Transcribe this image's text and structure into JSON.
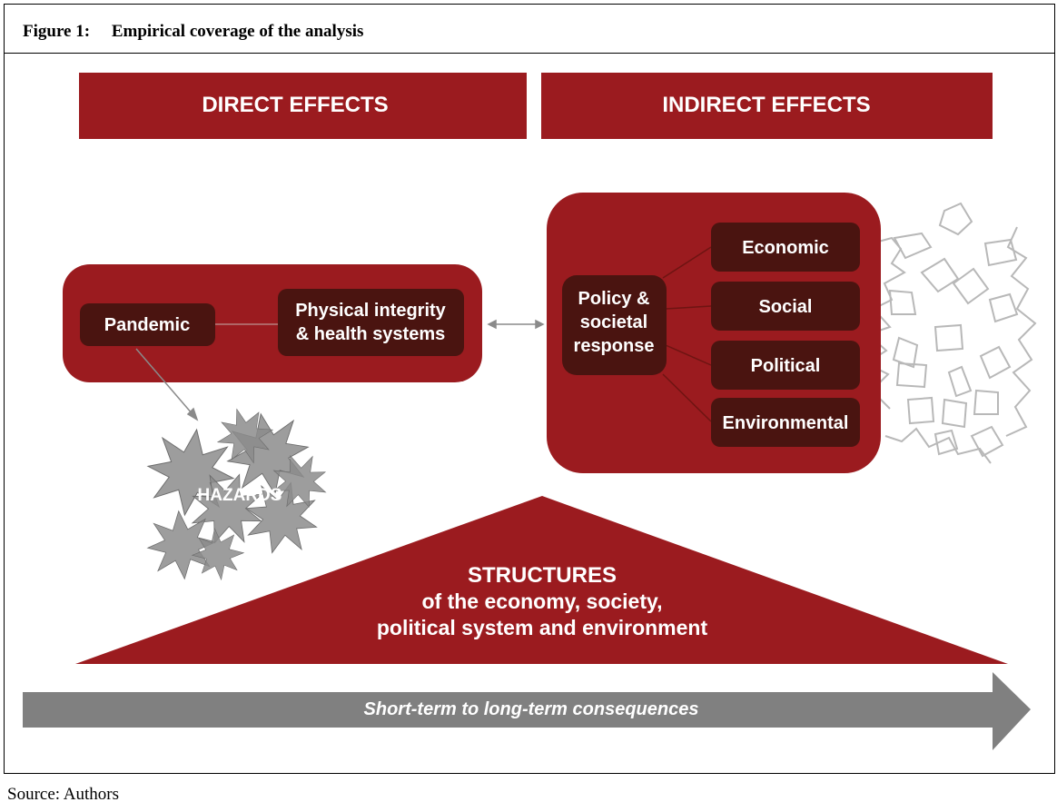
{
  "figure": {
    "number": "Figure 1:",
    "title": "Empirical coverage of the analysis",
    "source": "Source: Authors"
  },
  "headers": {
    "direct": "DIRECT EFFECTS",
    "indirect": "INDIRECT EFFECTS"
  },
  "direct_box": {
    "pandemic": "Pandemic",
    "physical_line1": "Physical integrity",
    "physical_line2": "& health systems"
  },
  "indirect_box": {
    "policy_line1": "Policy &",
    "policy_line2": "societal",
    "policy_line3": "response",
    "economic": "Economic",
    "social": "Social",
    "political": "Political",
    "environmental": "Environmental"
  },
  "hazards": "HAZARDS",
  "structures": {
    "title": "STRUCTURES",
    "line1": "of the economy, society,",
    "line2": "political system and environment"
  },
  "timeline": "Short-term to long-term consequences",
  "colors": {
    "red": "#9b1b1f",
    "dark": "#4a1410",
    "gray": "#808080",
    "star": "#8c8c8c"
  }
}
